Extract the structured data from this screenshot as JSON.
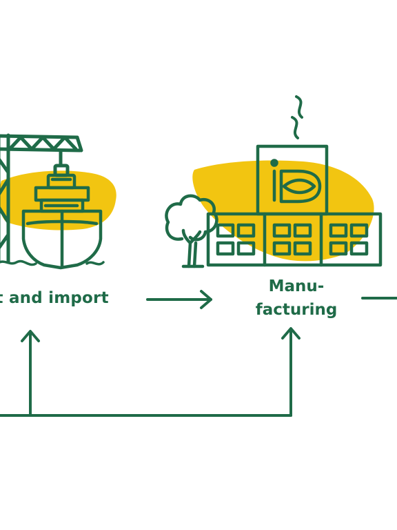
{
  "colors": {
    "ink": "#1f6b48",
    "highlight": "#f2c511",
    "background": "#ffffff"
  },
  "stages": [
    {
      "id": "transport",
      "label": "rt and import",
      "icon": "ship-with-crane"
    },
    {
      "id": "manufacturing",
      "label_line1": "Manu-",
      "label_line2": "facturing",
      "icon": "factory-with-tree",
      "logo_text": "iD"
    }
  ]
}
